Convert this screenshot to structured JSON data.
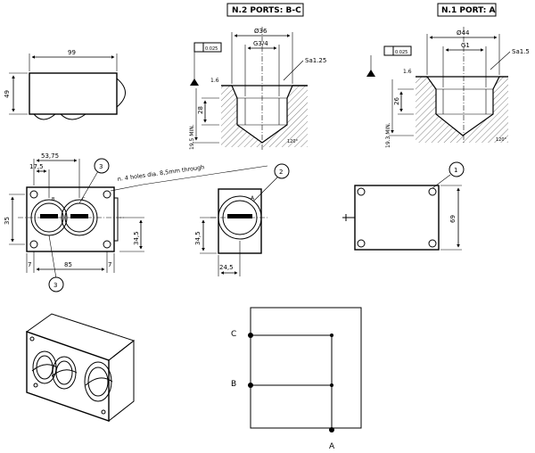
{
  "headers": {
    "ports_bc": "N.2 PORTS: B-C",
    "port_a": "N.1 PORT: A"
  },
  "side_view": {
    "width_dim": "99",
    "height_dim": "49"
  },
  "cavity_bc": {
    "dia_outer": "Ø36",
    "thread": "G3/4",
    "surface": "Sa1.25",
    "flatness": "0.025",
    "depth": "28",
    "depth_min": "19.5 MIN.",
    "angle": "120°",
    "surface_finish": "1.6"
  },
  "cavity_a": {
    "dia_outer": "Ø44",
    "thread": "G1",
    "surface": "Sa1.5",
    "flatness": "0.025",
    "depth": "26",
    "depth_min": "19.3 MIN.",
    "angle": "120°",
    "surface_finish": "1.6"
  },
  "front_view": {
    "dim_top": "53,75",
    "dim_left": "17,5",
    "dim_height": "35",
    "dim_port_height": "34,5",
    "dim_bottom": "85",
    "dim_edge_left": "7",
    "dim_edge_right": "7",
    "note": "n. 4 holes dia. 8,5mm through",
    "callout_top": "3",
    "callout_bottom": "3",
    "port_label_b": "B",
    "port_label_c": "C"
  },
  "rear_view": {
    "callout": "2",
    "dim_height": "34,5",
    "dim_width": "24,5",
    "port_label": "A"
  },
  "right_view": {
    "callout": "1",
    "dim_height": "69"
  },
  "schematic": {
    "label_c": "C",
    "label_b": "B",
    "label_a": "A"
  }
}
